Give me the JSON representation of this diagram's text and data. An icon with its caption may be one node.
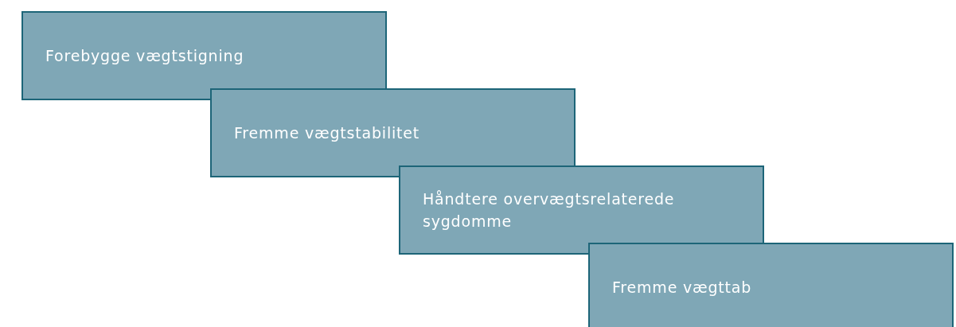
{
  "diagram": {
    "nodes": [
      {
        "text": [
          "Forebygge vægtstigning"
        ]
      },
      {
        "text": [
          "Fremme vægtstabilitet"
        ]
      },
      {
        "text": [
          "Håndtere overvægtsrelaterede sygdomme"
        ]
      },
      {
        "text": [
          "Fremme vægttab"
        ]
      }
    ]
  }
}
